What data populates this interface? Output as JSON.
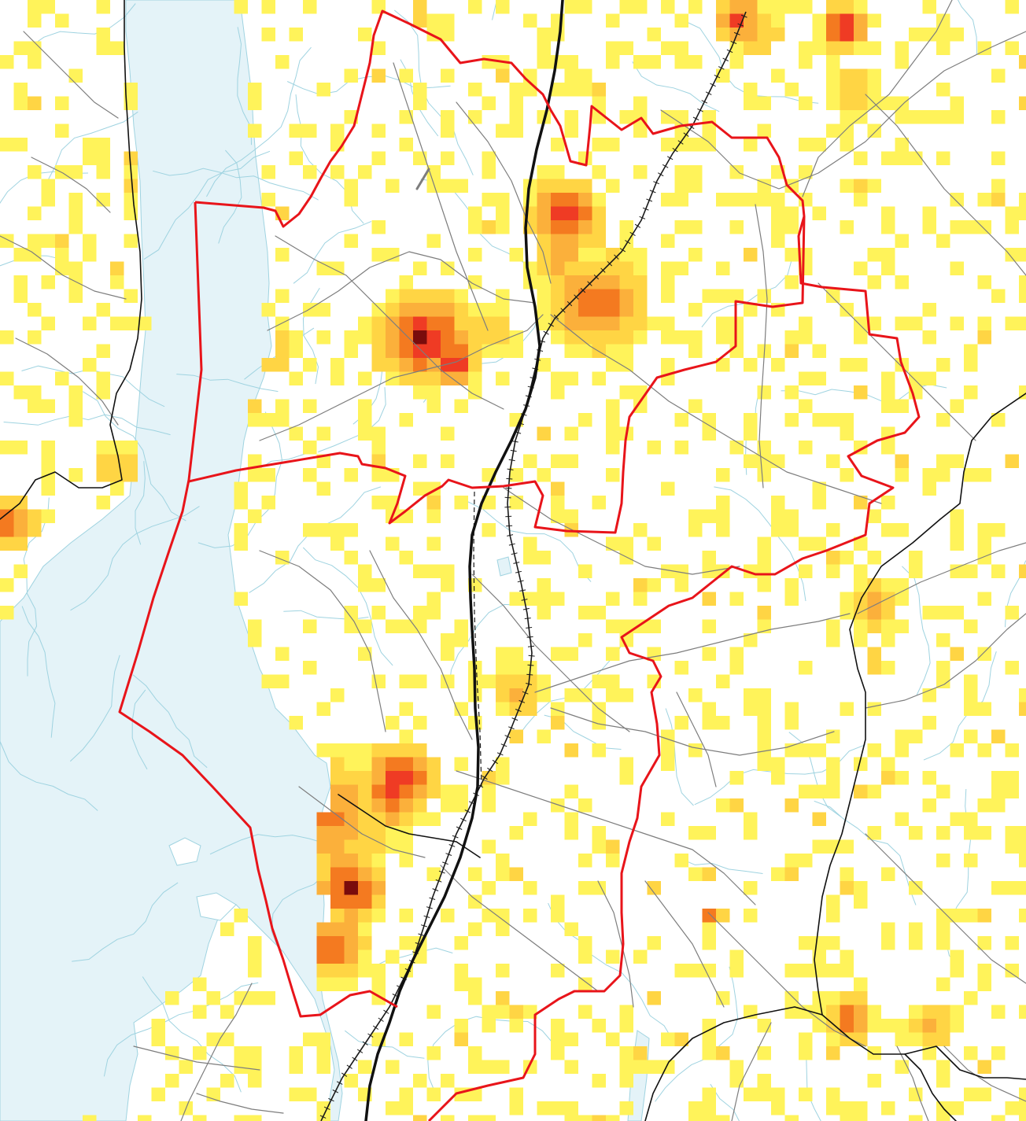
{
  "map": {
    "colors": {
      "land": "#ffffff",
      "water": "#e4f3f8",
      "water_outline": "#9fd3e0",
      "stream": "#9fd3e0",
      "road_minor": "#7d7d7d",
      "road_major": "#111111",
      "railway": "#1a1a1a",
      "boundary": "#e8141a"
    },
    "density_scale": [
      {
        "level": 1,
        "color": "#fff35a"
      },
      {
        "level": 2,
        "color": "#ffd544"
      },
      {
        "level": 3,
        "color": "#fbb03b"
      },
      {
        "level": 4,
        "color": "#f47a20"
      },
      {
        "level": 5,
        "color": "#ef3b24"
      },
      {
        "level": 6,
        "color": "#7a0c0c"
      }
    ],
    "layers": [
      "water-body",
      "streams",
      "density-grid",
      "minor-roads",
      "railway",
      "major-roads",
      "municipal-boundaries"
    ]
  }
}
